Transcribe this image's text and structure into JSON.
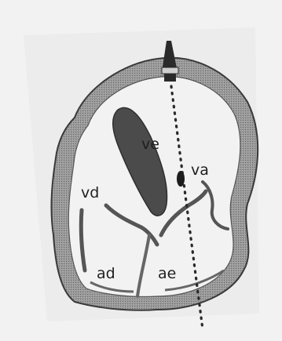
{
  "figure": {
    "labels": {
      "ve": "ve",
      "va": "va",
      "vd": "vd",
      "ad": "ad",
      "ae": "ae"
    }
  },
  "colors": {
    "background": "#f2f2f2",
    "wall_fill": "#8a8a8a",
    "wall_edge": "#3a3a3a",
    "dark_mass": "#4b4b4b",
    "probe": "#2a2a2a",
    "text": "#1f1f1f"
  }
}
